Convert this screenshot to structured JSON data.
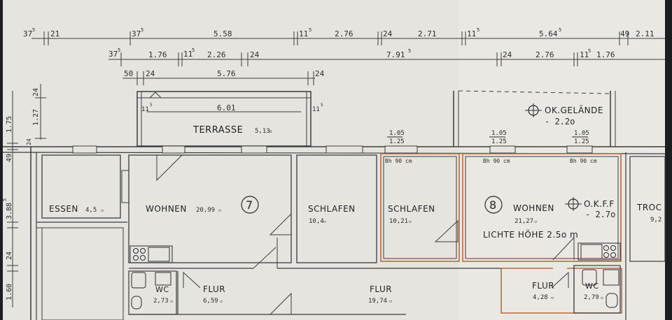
{
  "dims_row1": {
    "d1": "37",
    "d1s": "5",
    "d2": "21",
    "d3": "37",
    "d3s": "5",
    "d4": "5.58",
    "d5": "11",
    "d5s": "5",
    "d6": "2.76",
    "d7": "24",
    "d8": "2.71",
    "d9": "11",
    "d9s": "5",
    "d10": "5.64",
    "d10s": "5",
    "d11": "49",
    "d12": "2.11"
  },
  "dims_row2": {
    "d1": "37",
    "d1s": "5",
    "d2": "1.76",
    "d3": "11",
    "d3s": "5",
    "d4": "2.26",
    "d5": "24",
    "d6": "7.91",
    "d6s": "5",
    "d7": "24",
    "d8": "2.76",
    "d9": "11",
    "d9s": "5",
    "d10": "1.76"
  },
  "dims_row3": {
    "d1": "50",
    "d2": "24",
    "d3": "5.76",
    "d4": "24"
  },
  "dims_left": {
    "a": "24",
    "b": "1.27",
    "c": "1.75",
    "d": "24",
    "e": "49",
    "f": "3.88",
    "fs": "5",
    "g": "24",
    "h": "1.60"
  },
  "terrace": {
    "width": "6.01",
    "left": "11",
    "left_s": "5",
    "right": "11",
    "right_s": "5",
    "label": "TERRASSE",
    "area": "5,13",
    "area_unit": "▫"
  },
  "ground": {
    "label": "OK.GELÄNDE",
    "value": "- 2.2o"
  },
  "okff": {
    "label": "O.K.F.F",
    "value": "- 2.7o"
  },
  "windows": [
    {
      "top": "1.05",
      "bottom": "1.25",
      "bh": "Bh 90 cm"
    },
    {
      "top": "1.05",
      "bottom": "1.25",
      "bh": "Bh 90 cm"
    },
    {
      "top": "1.05",
      "bottom": "1.25",
      "bh": "Bh 90 cm"
    }
  ],
  "units": {
    "seven": "7",
    "eight": "8"
  },
  "rooms": {
    "essen": {
      "name": "ESSEN",
      "area": "4,5"
    },
    "wohnen7": {
      "name": "WOHNEN",
      "area": "20,99"
    },
    "schlafen7": {
      "name": "SCHLAFEN",
      "area": "10,4"
    },
    "schlafen8": {
      "name": "SCHLAFEN",
      "area": "10,21"
    },
    "wohnen8": {
      "name": "WOHNEN",
      "area": "21,27"
    },
    "troc": {
      "name": "TROC",
      "area": "9,2"
    },
    "wc7": {
      "name": "WC",
      "area": "2,73"
    },
    "flur7a": {
      "name": "FLUR",
      "area": "6,59"
    },
    "flur7b": {
      "name": "FLUR",
      "area": "19,74"
    },
    "flur8": {
      "name": "FLUR",
      "area": "4,28"
    },
    "wc8": {
      "name": "WC",
      "area": "2,79"
    }
  },
  "height_note": "LICHTE HÖHE 2.5o m",
  "area_unit": "▫",
  "colors": {
    "paper": "#e6e4de",
    "ink": "#2a2c30",
    "highlight": "#b86a3c",
    "frame": "#1c1d20"
  }
}
